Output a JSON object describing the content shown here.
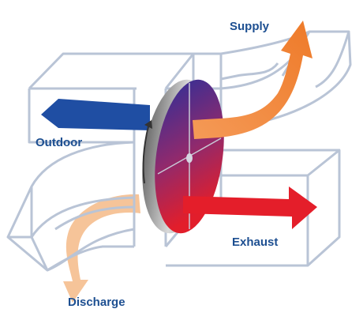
{
  "labels": {
    "supply": "Supply",
    "outdoor": "Outdoor",
    "exhaust": "Exhaust",
    "discharge": "Discharge"
  },
  "colors": {
    "label_text": "#1d4f91",
    "duct_stroke": "#b9c4d6",
    "wheel_blue": "#2b2f9a",
    "wheel_red": "#e21e2b",
    "wheel_rim": "#9a9a9a",
    "arrow_outdoor": "#1f4ea3",
    "arrow_supply": "#f07f2e",
    "arrow_exhaust": "#e41e2a",
    "arrow_discharge": "#f6c193"
  },
  "icons": {
    "rotation": "rotation-arrow-icon"
  }
}
